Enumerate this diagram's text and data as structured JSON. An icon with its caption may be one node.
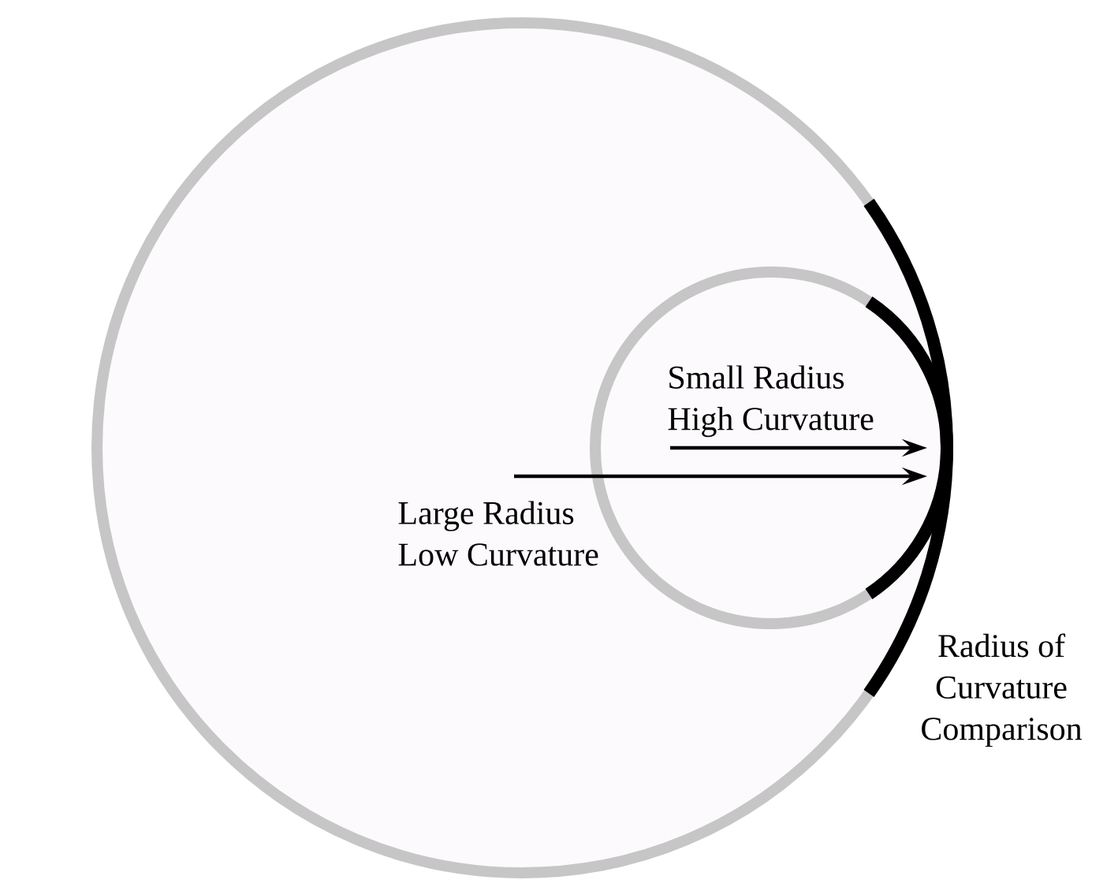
{
  "diagram": {
    "nodes": [
      {
        "text": [
          "Large Radius Low Curvature"
        ]
      },
      {
        "text": [
          "Small Radius High Curvature"
        ],
        "in": 0
      }
    ],
    "labels": [
      "Radius of Curvature Comparison"
    ]
  }
}
